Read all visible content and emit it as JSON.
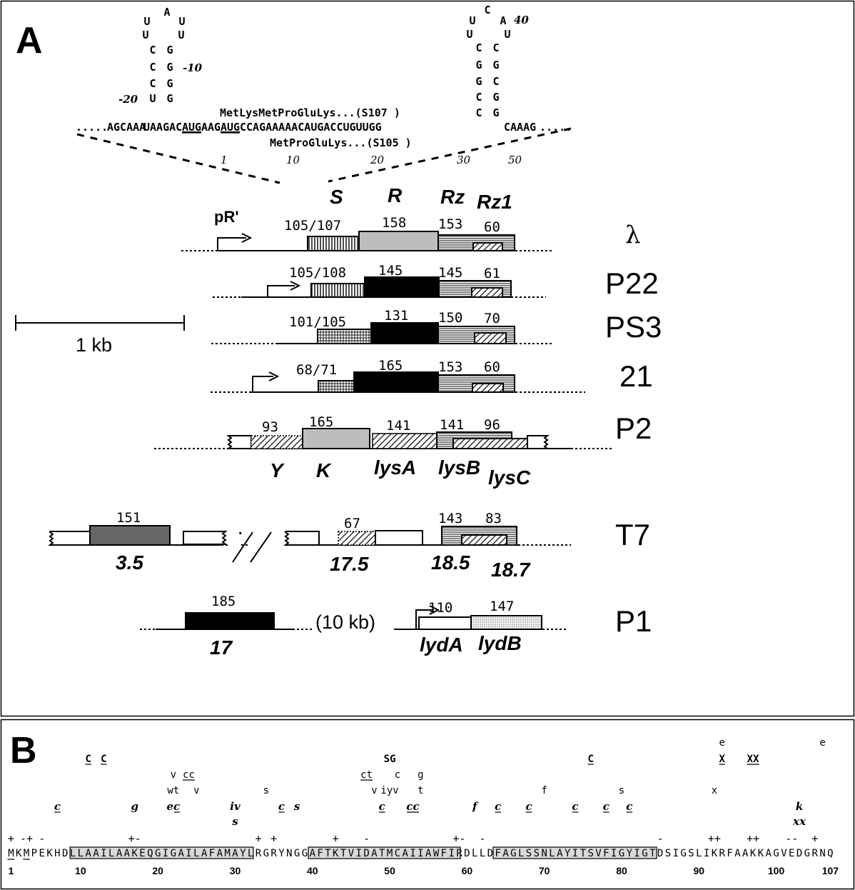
{
  "panel_a": {
    "label": "A",
    "hairpin_left": {
      "loop_top": "A",
      "loop": [
        "U",
        "U",
        "U",
        "U"
      ],
      "stem_left": [
        "C",
        "C",
        "C",
        "U"
      ],
      "stem_right": [
        "G",
        "G",
        "G",
        "G"
      ],
      "num_a": "-10",
      "num_b": "-20"
    },
    "hairpin_right": {
      "loop": [
        "U",
        "C",
        "A",
        "U"
      ],
      "stem_left": [
        "C",
        "G",
        "G",
        "C",
        "C"
      ],
      "stem_right": [
        "C",
        "G",
        "C",
        "G",
        "G"
      ],
      "num": "40"
    },
    "sequence": {
      "prefix": "AGCAAA",
      "part1": "UAAGAC",
      "aug1": "AUG",
      "part2": "AAG",
      "aug2": "AUG",
      "part3": "CCAGAAAAACAUGACCUGUUGG",
      "suffix": "CAAAG",
      "product_top": "MetLysMetProGluLys...(S107 )",
      "product_bottom": "MetProGluLys...(S105 )",
      "positions": [
        "1",
        "10",
        "20",
        "30",
        "50"
      ]
    },
    "gene_headers": [
      "S",
      "R",
      "Rz",
      "Rz1"
    ],
    "promoter_label": "pR'",
    "scale_label": "1 kb",
    "phages": [
      {
        "name": "λ",
        "lengths": [
          "105/107",
          "158",
          "153",
          "60"
        ]
      },
      {
        "name": "P22",
        "lengths": [
          "105/108",
          "145",
          "145",
          "61"
        ]
      },
      {
        "name": "PS3",
        "lengths": [
          "101/105",
          "131",
          "150",
          "70"
        ]
      },
      {
        "name": "21",
        "lengths": [
          "68/71",
          "165",
          "153",
          "60"
        ]
      },
      {
        "name": "P2",
        "lengths": [
          "93",
          "165",
          "141",
          "141",
          "96"
        ],
        "genes": [
          "Y",
          "K",
          "lysA",
          "lysB",
          "lysC"
        ]
      },
      {
        "name": "T7",
        "lengths": [
          "151",
          "67",
          "143",
          "83"
        ],
        "genes": [
          "3.5",
          "17.5",
          "18.5",
          "18.7"
        ]
      },
      {
        "name": "P1",
        "lengths": [
          "185",
          "110",
          "147"
        ],
        "genes": [
          "17",
          "lydA",
          "lydB"
        ],
        "gap": "(10 kb)"
      }
    ]
  },
  "panel_b": {
    "label": "B",
    "sequence": [
      "M",
      "K",
      "M",
      "P",
      "E",
      "K",
      "H",
      "D",
      "L",
      "L",
      "A",
      "A",
      "I",
      "L",
      "A",
      "A",
      "K",
      "E",
      "Q",
      "G",
      "I",
      "G",
      "A",
      "I",
      "L",
      "A",
      "F",
      "A",
      "M",
      "A",
      "Y",
      "L",
      "R",
      "G",
      "R",
      "Y",
      "N",
      "G",
      "G",
      "A",
      "F",
      "T",
      "K",
      "T",
      "V",
      "I",
      "D",
      "A",
      "T",
      "M",
      "C",
      "A",
      "I",
      "I",
      "A",
      "W",
      "F",
      "I",
      "R",
      "D",
      "L",
      "L",
      "D",
      "F",
      "A",
      "G",
      "L",
      "S",
      "S",
      "N",
      "L",
      "A",
      "Y",
      "I",
      "T",
      "S",
      "V",
      "F",
      "I",
      "G",
      "Y",
      "I",
      "G",
      "T",
      "D",
      "S",
      "I",
      "G",
      "S",
      "L",
      "I",
      "K",
      "R",
      "F",
      "A",
      "A",
      "K",
      "K",
      "A",
      "G",
      "V",
      "E",
      "D",
      "G",
      "R",
      "N",
      "Q"
    ],
    "positions": [
      "1",
      "10",
      "20",
      "30",
      "40",
      "50",
      "60",
      "70",
      "80",
      "90",
      "100",
      "107"
    ],
    "charges": [
      {
        "p": 1,
        "s": "+"
      },
      {
        "p": 3,
        "s": "-+"
      },
      {
        "p": 5,
        "s": "-"
      },
      {
        "p": 17,
        "s": "+-"
      },
      {
        "p": 33,
        "s": "+"
      },
      {
        "p": 35,
        "s": "+"
      },
      {
        "p": 43,
        "s": "+"
      },
      {
        "p": 47,
        "s": "-"
      },
      {
        "p": 59,
        "s": "+-"
      },
      {
        "p": 62,
        "s": "-"
      },
      {
        "p": 85,
        "s": "-"
      },
      {
        "p": 92,
        "s": "++"
      },
      {
        "p": 97,
        "s": "++"
      },
      {
        "p": 102,
        "s": "--"
      },
      {
        "p": 105,
        "s": "+"
      }
    ],
    "mutations": [
      {
        "row": 1,
        "items": [
          {
            "p": 93,
            "t": "e"
          },
          {
            "p": 106,
            "t": "e"
          }
        ]
      },
      {
        "row": 2,
        "items": [
          {
            "p": 11,
            "t": "C",
            "u": true
          },
          {
            "p": 13,
            "t": "C",
            "u": true
          },
          {
            "p": 50,
            "t": "SG"
          },
          {
            "p": 76,
            "t": "C",
            "u": true
          },
          {
            "p": 93,
            "t": "X",
            "u": true
          },
          {
            "p": 97,
            "t": "XX",
            "u": true
          }
        ]
      },
      {
        "row": 3,
        "items": [
          {
            "p": 22,
            "t": "v"
          },
          {
            "p": 24,
            "t": "cc",
            "u": true
          },
          {
            "p": 47,
            "t": "ct",
            "u": true
          },
          {
            "p": 51,
            "t": "c"
          },
          {
            "p": 54,
            "t": "g"
          }
        ]
      },
      {
        "row": 4,
        "items": [
          {
            "p": 22,
            "t": "wt"
          },
          {
            "p": 25,
            "t": "v"
          },
          {
            "p": 34,
            "t": "s"
          },
          {
            "p": 48,
            "t": "v"
          },
          {
            "p": 50,
            "t": "iyv"
          },
          {
            "p": 54,
            "t": "t"
          },
          {
            "p": 70,
            "t": "f"
          },
          {
            "p": 80,
            "t": "s"
          },
          {
            "p": 92,
            "t": "x"
          }
        ]
      },
      {
        "row": 5,
        "items": [
          {
            "p": 7,
            "t": "c",
            "u": true,
            "i": true
          },
          {
            "p": 17,
            "t": "g",
            "i": true
          },
          {
            "p": 22,
            "t": "ec",
            "i": true,
            "u2": true
          },
          {
            "p": 30,
            "t": "iv",
            "i": true
          },
          {
            "p": 36,
            "t": "c",
            "u": true,
            "i": true
          },
          {
            "p": 38,
            "t": "s",
            "i": true
          },
          {
            "p": 49,
            "t": "c",
            "u": true,
            "i": true
          },
          {
            "p": 53,
            "t": "cc",
            "u": true,
            "i": true
          },
          {
            "p": 61,
            "t": "f",
            "i": true
          },
          {
            "p": 64,
            "t": "c",
            "u": true,
            "i": true
          },
          {
            "p": 68,
            "t": "c",
            "u": true,
            "i": true
          },
          {
            "p": 74,
            "t": "c",
            "u": true,
            "i": true
          },
          {
            "p": 78,
            "t": "c",
            "u": true,
            "i": true
          },
          {
            "p": 81,
            "t": "c",
            "u": true,
            "i": true
          },
          {
            "p": 103,
            "t": "k",
            "i": true
          }
        ]
      },
      {
        "row": 6,
        "items": [
          {
            "p": 30,
            "t": "s",
            "i": true
          },
          {
            "p": 103,
            "t": "xx",
            "i": true
          }
        ]
      }
    ]
  }
}
